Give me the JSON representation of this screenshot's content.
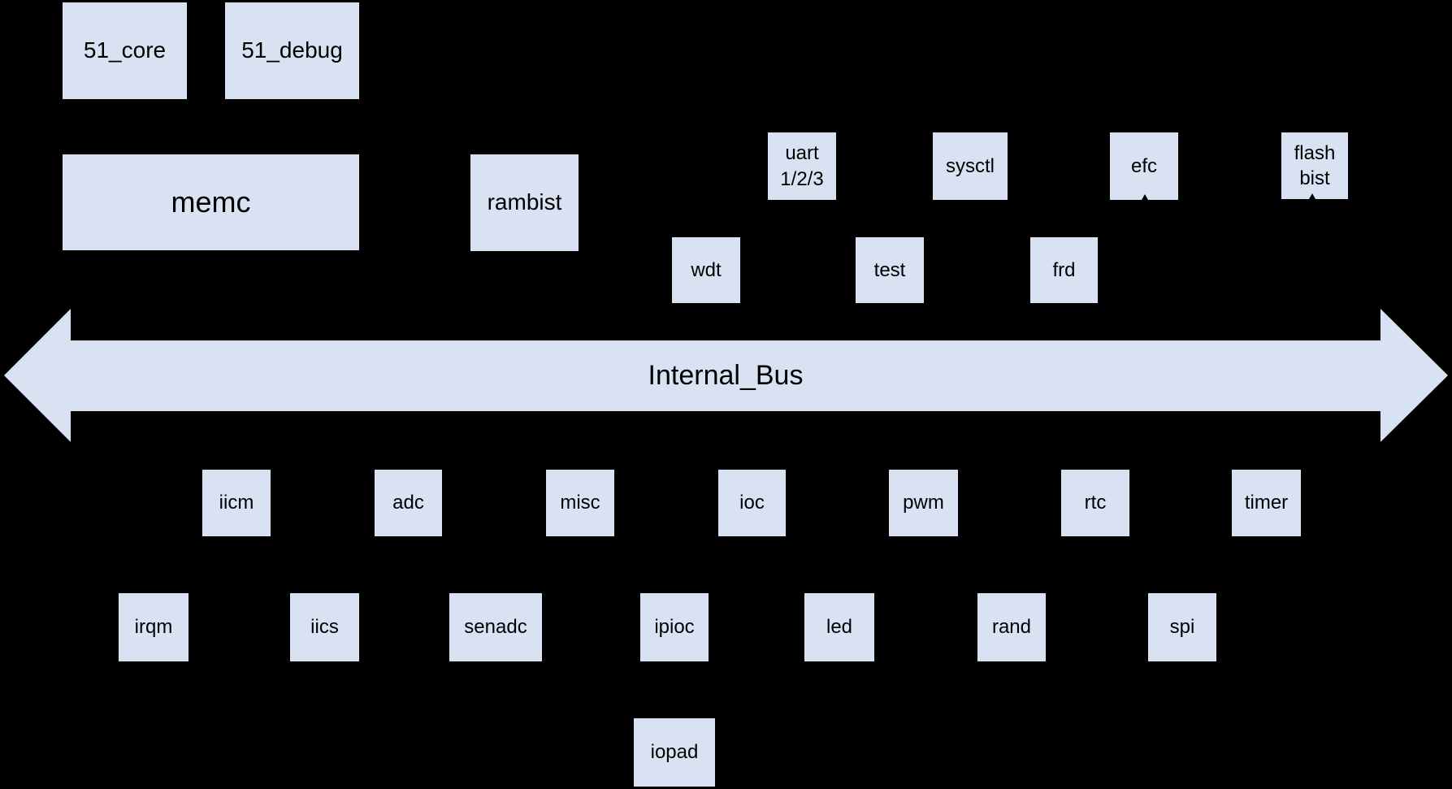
{
  "diagram": {
    "type": "soc-block-diagram",
    "colors": {
      "background": "#000000",
      "box_fill": "#d9e2f3",
      "text": "#000000"
    },
    "bus": {
      "label": "Internal_Bus"
    },
    "blocks": {
      "core51": "51_core",
      "debug51": "51_debug",
      "memc": "memc",
      "rambist": "rambist",
      "uart": "uart\n1/2/3",
      "sysctl": "sysctl",
      "efc": "efc",
      "flashbist": "flash\nbist",
      "wdt": "wdt",
      "test": "test",
      "frd": "frd",
      "iicm": "iicm",
      "adc": "adc",
      "misc": "misc",
      "ioc": "ioc",
      "pwm": "pwm",
      "rtc": "rtc",
      "timer": "timer",
      "irqm": "irqm",
      "iics": "iics",
      "senadc": "senadc",
      "ipioc": "ipioc",
      "led": "led",
      "rand": "rand",
      "spi": "spi",
      "iopad": "iopad"
    }
  }
}
